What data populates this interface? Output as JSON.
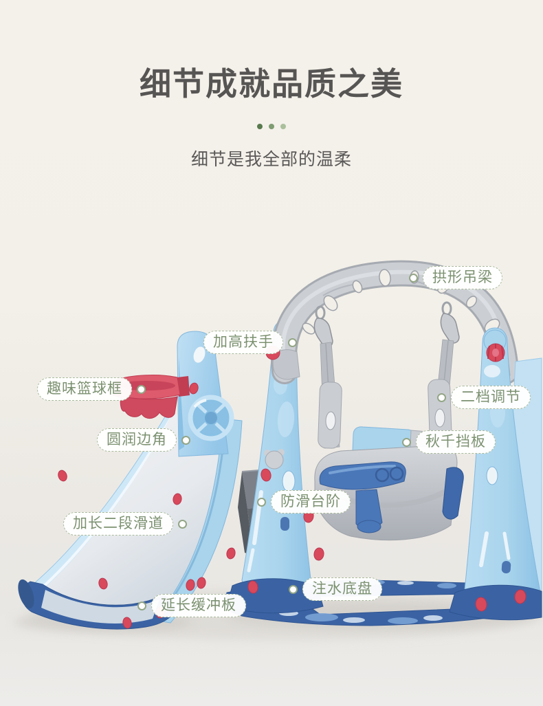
{
  "header": {
    "title": "细节成就品质之美",
    "subtitle": "细节是我全部的温柔"
  },
  "decor": {
    "dots": [
      "#587a4e",
      "#7f9c72",
      "#aabf9b"
    ]
  },
  "callouts": {
    "basketball_hoop": "趣味篮球框",
    "raised_handrail": "加高扶手",
    "arch_beam": "拱形吊梁",
    "two_level_adjust": "二档调节",
    "rounded_corners": "圆润边角",
    "swing_guard": "秋千挡板",
    "antislip_steps": "防滑台阶",
    "extended_slide": "加长二段滑道",
    "water_base": "注水底盘",
    "extended_buffer": "延长缓冲板"
  },
  "palette": {
    "background_top": "#f4f1ea",
    "background_bottom": "#e9e7e3",
    "title_text": "#575554",
    "callout_text": "#7c9170",
    "callout_border": "#a9b99b",
    "product_light_blue": "#a9d4ec",
    "product_navy": "#3b63a4",
    "frame_gray": "#cbcfd4",
    "knob_red": "#d8495c",
    "accent_yellow": "#e4b33c"
  }
}
